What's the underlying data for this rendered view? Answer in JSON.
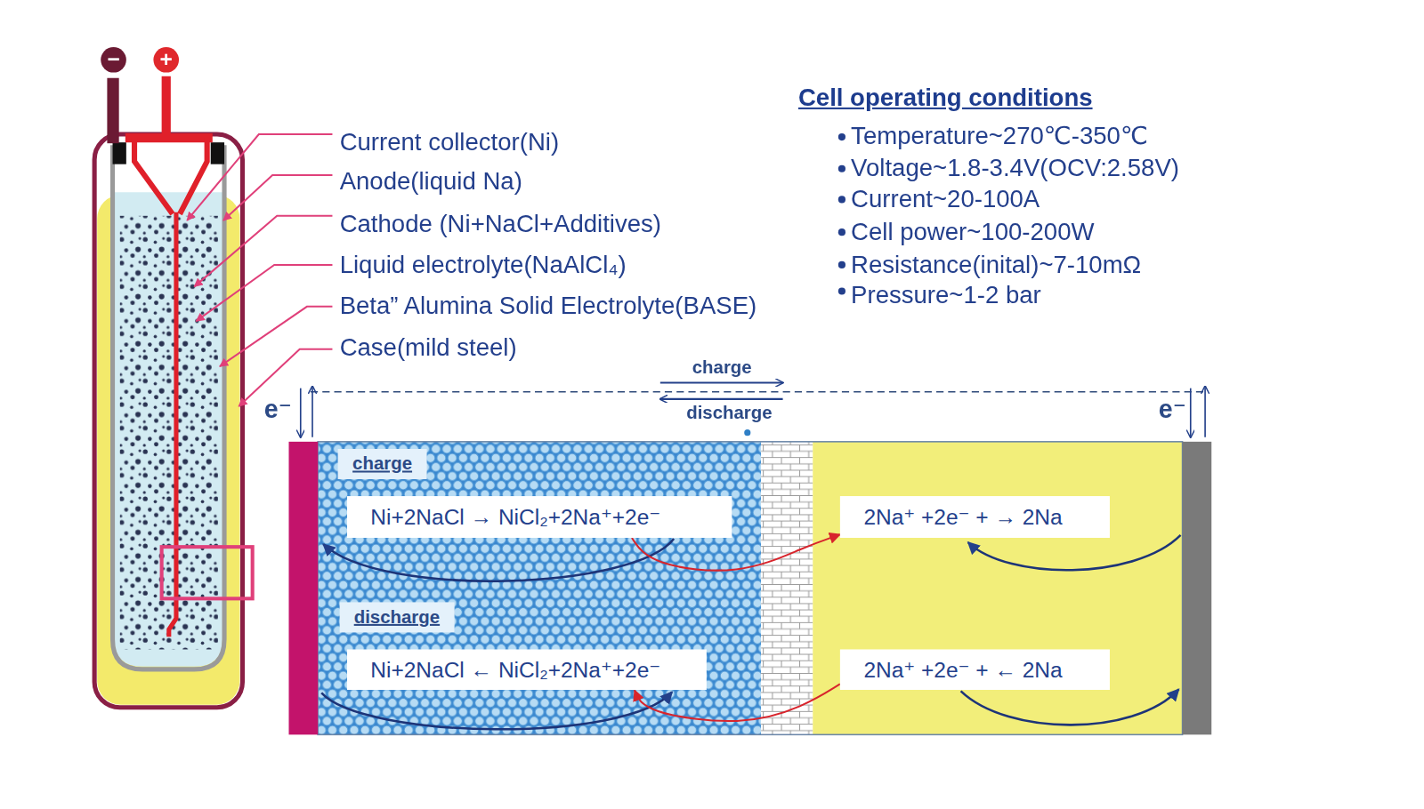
{
  "diagram": {
    "nodes": [
      {
        "text": [
          "charge"
        ]
      },
      {
        "text": [
          "Ni+2NaCl → NiCl₂+2Na⁺+2e⁻"
        ]
      },
      {
        "text": [
          "2Na⁺ +2e⁻ + → 2Na"
        ]
      },
      {
        "text": [
          "discharge"
        ]
      },
      {
        "text": [
          "Ni+2NaCl ← NiCl₂+2Na⁺+2e⁻"
        ]
      },
      {
        "text": [
          "2Na⁺ +2e⁻ + ← 2Na"
        ]
      }
    ],
    "edges": [
      {
        "from": 1,
        "to": 2,
        "arrow": "to"
      },
      {
        "from": 5,
        "to": 4,
        "arrow": "to"
      }
    ],
    "labels": [
      "−",
      "+",
      "Current collector(Ni)",
      "Anode(liquid Na)",
      "Cathode (Ni+NaCl+Additives)",
      "Liquid electrolyte(NaAlCl₄)",
      "Beta” Alumina Solid Electrolyte(BASE)",
      "Case(mild steel)",
      "Cell operating conditions",
      "Temperature~270℃-350℃",
      "Voltage~1.8-3.4V(OCV:2.58V)",
      "Current~20-100A",
      "Cell power~100-200W",
      "Resistance(inital)~7-10mΩ",
      "Pressure~1-2 bar",
      "charge",
      "discharge",
      "e⁻",
      "e⁻"
    ]
  }
}
